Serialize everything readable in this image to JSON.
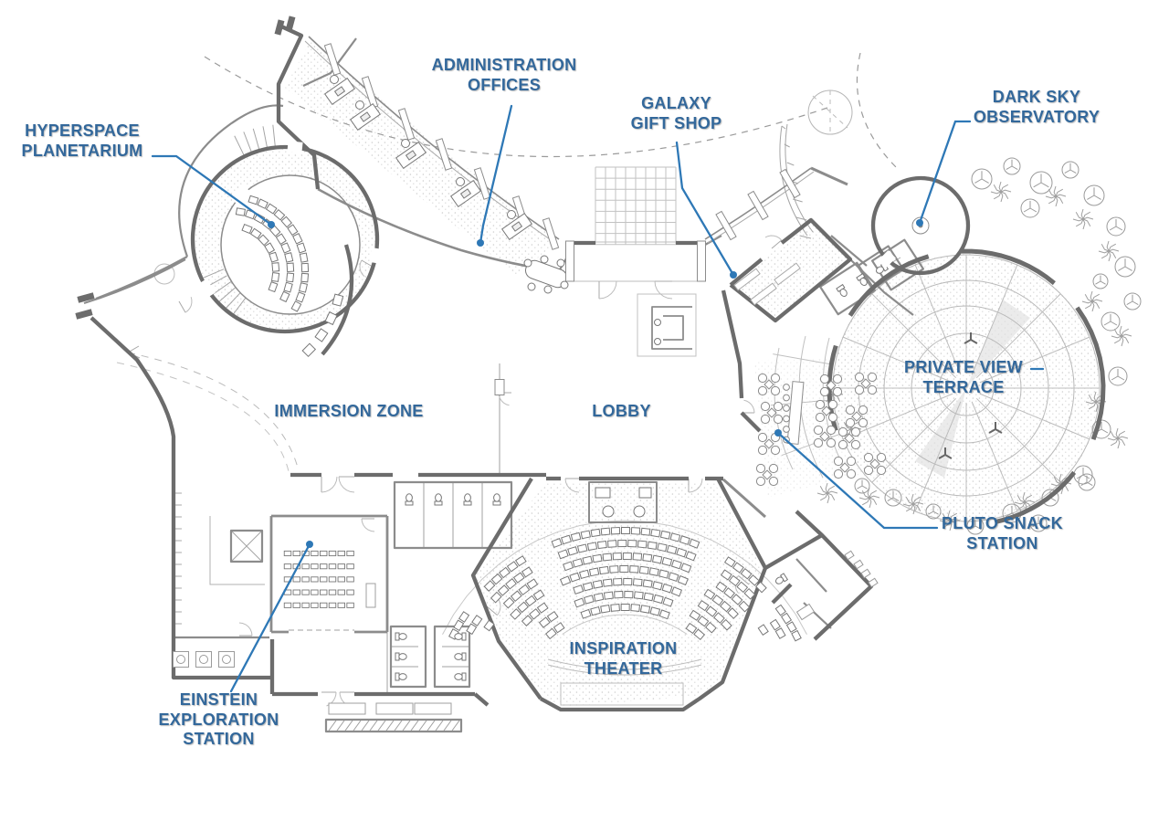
{
  "colors": {
    "label_text": "#33689B",
    "leader_line": "#2E78B6",
    "wall_dark": "#6C6C6C",
    "wall_medium": "#8C8C8C",
    "line_light": "#B5B5B5"
  },
  "labels": {
    "hyperspace": {
      "text": "HYPERSPACE\nPLANETARIUM"
    },
    "administration": {
      "text": "ADMINISTRATION\nOFFICES"
    },
    "galaxy": {
      "text": "GALAXY\nGIFT SHOP"
    },
    "dark_sky": {
      "text": "DARK SKY\nOBSERVATORY"
    },
    "private_view": {
      "text": "PRIVATE VIEW\nTERRACE"
    },
    "pluto": {
      "text": "PLUTO SNACK\nSTATION"
    },
    "immersion": {
      "text": "IMMERSION ZONE"
    },
    "lobby": {
      "text": "LOBBY"
    },
    "einstein": {
      "text": "EINSTEIN\nEXPLORATION\nSTATION"
    },
    "inspiration": {
      "text": "INSPIRATION\nTHEATER"
    }
  }
}
